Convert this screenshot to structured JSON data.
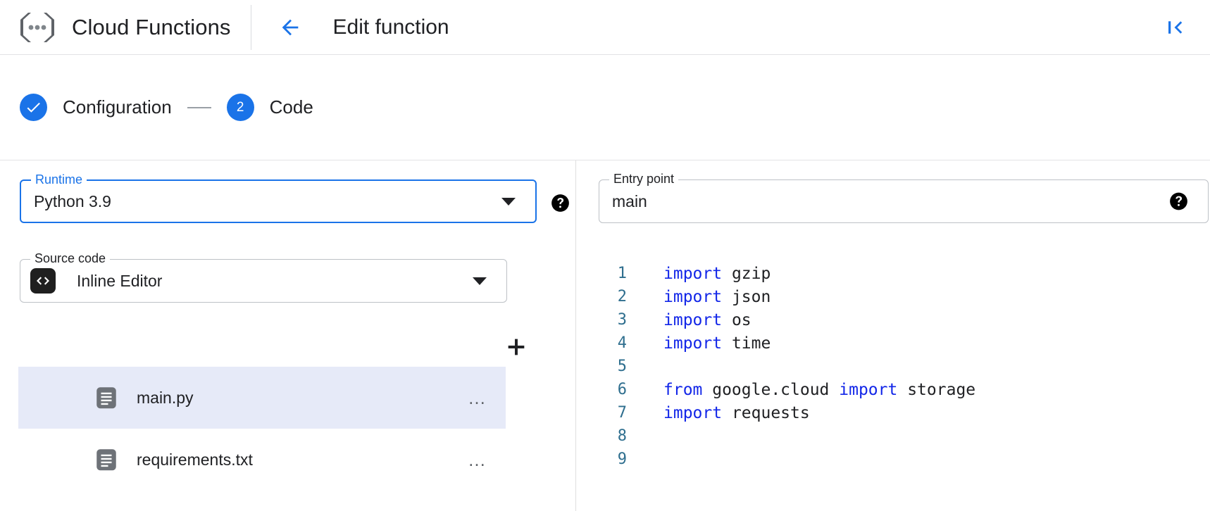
{
  "header": {
    "brand_title": "Cloud Functions",
    "brand_icon": "cloud-functions-logo",
    "back_icon": "arrow-left-icon",
    "page_title": "Edit function",
    "collapse_icon": "collapse-panel-icon"
  },
  "stepper": {
    "steps": [
      {
        "label": "Configuration",
        "state": "complete",
        "marker": "check"
      },
      {
        "label": "Code",
        "state": "active",
        "marker": "2"
      }
    ]
  },
  "form": {
    "runtime": {
      "label": "Runtime",
      "value": "Python 3.9",
      "focused": true,
      "dropdown_icon": "chevron-down-icon",
      "help_icon": "help-icon"
    },
    "entry_point": {
      "label": "Entry point",
      "value": "main",
      "placeholder": "Entry point",
      "help_icon": "help-icon"
    },
    "source_code": {
      "label": "Source code",
      "value": "Inline Editor",
      "leading_icon": "code-brackets-icon",
      "dropdown_icon": "chevron-down-icon"
    }
  },
  "files": {
    "add_label": "+",
    "add_icon": "add-file-icon",
    "menu_label": "…",
    "items": [
      {
        "name": "main.py",
        "selected": true,
        "icon": "file-icon"
      },
      {
        "name": "requirements.txt",
        "selected": false,
        "icon": "file-icon"
      }
    ]
  },
  "editor": {
    "lines": [
      {
        "n": "1",
        "tokens": [
          {
            "t": "import",
            "k": true
          },
          {
            "t": " gzip",
            "k": false
          }
        ]
      },
      {
        "n": "2",
        "tokens": [
          {
            "t": "import",
            "k": true
          },
          {
            "t": " json",
            "k": false
          }
        ]
      },
      {
        "n": "3",
        "tokens": [
          {
            "t": "import",
            "k": true
          },
          {
            "t": " os",
            "k": false
          }
        ]
      },
      {
        "n": "4",
        "tokens": [
          {
            "t": "import",
            "k": true
          },
          {
            "t": " time",
            "k": false
          }
        ]
      },
      {
        "n": "5",
        "tokens": []
      },
      {
        "n": "6",
        "tokens": [
          {
            "t": "from",
            "k": true
          },
          {
            "t": " google.cloud ",
            "k": false
          },
          {
            "t": "import",
            "k": true
          },
          {
            "t": " storage",
            "k": false
          }
        ]
      },
      {
        "n": "7",
        "tokens": [
          {
            "t": "import",
            "k": true
          },
          {
            "t": " requests",
            "k": false
          }
        ]
      },
      {
        "n": "8",
        "tokens": []
      },
      {
        "n": "9",
        "tokens": []
      }
    ]
  },
  "colors": {
    "accent_blue": "#1a73e8",
    "keyword_blue": "#1226e8",
    "line_number": "#2e6e8e",
    "selected_row": "#e6eaf8",
    "divider": "#e3e3e5"
  }
}
